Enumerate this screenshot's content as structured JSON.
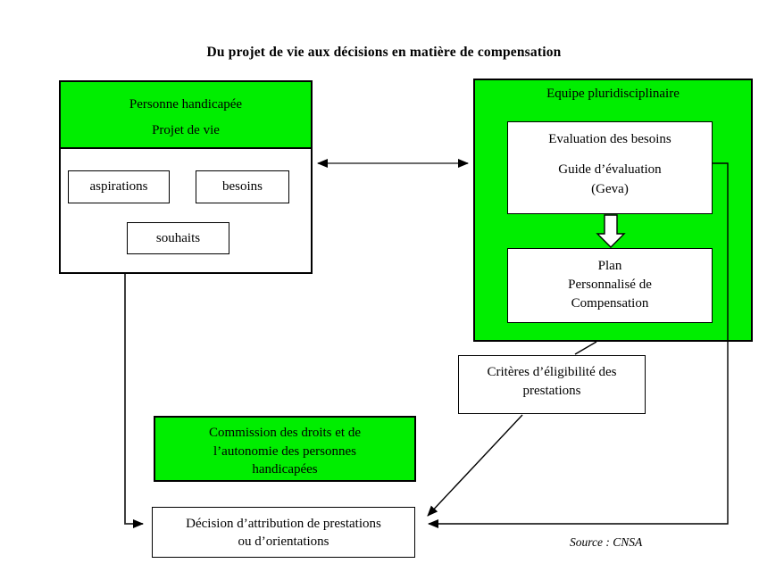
{
  "title": "Du projet de vie aux décisions en matière de compensation",
  "colors": {
    "box_green": "#00ee00",
    "border_black": "#000000",
    "background": "#ffffff"
  },
  "person_panel": {
    "header_line1": "Personne handicapée",
    "header_line2": "Projet de vie",
    "items": [
      "aspirations",
      "besoins",
      "souhaits"
    ]
  },
  "team_panel": {
    "title": "Equipe pluridisciplinaire",
    "evaluation_box": {
      "line1": "Evaluation des besoins",
      "line2": "Guide d’évaluation",
      "line3": "(Geva)"
    },
    "plan_box": {
      "line1": "Plan",
      "line2": "Personnalisé de",
      "line3": "Compensation"
    }
  },
  "criteria_box": {
    "line1": "Critères d’éligibilité des",
    "line2": "prestations"
  },
  "commission_box": {
    "line1": "Commission des droits et de",
    "line2": "l’autonomie des personnes",
    "line3": "handicapées"
  },
  "decision_box": {
    "line1": "Décision d’attribution de prestations",
    "line2": "ou d’orientations"
  },
  "source": "Source : CNSA"
}
